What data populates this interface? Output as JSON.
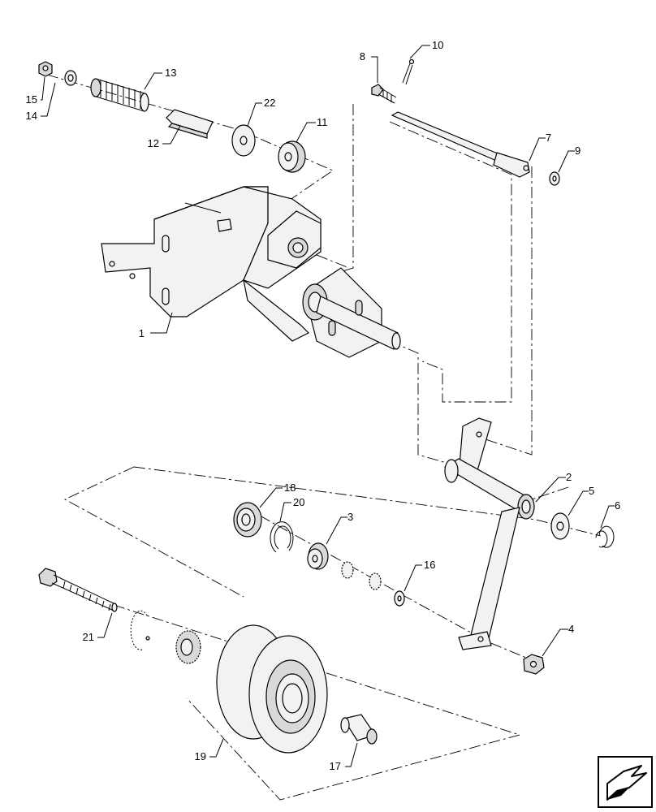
{
  "callouts": {
    "c1": "1",
    "c2": "2",
    "c3": "3",
    "c4": "4",
    "c5": "5",
    "c6": "6",
    "c7": "7",
    "c8": "8",
    "c9": "9",
    "c10": "10",
    "c11": "11",
    "c12": "12",
    "c13": "13",
    "c14": "14",
    "c15": "15",
    "c16": "16",
    "c17": "17",
    "c18": "18",
    "c19": "19",
    "c20": "20",
    "c21": "21",
    "c22": "22"
  },
  "nav_icon": "arrow-icon"
}
